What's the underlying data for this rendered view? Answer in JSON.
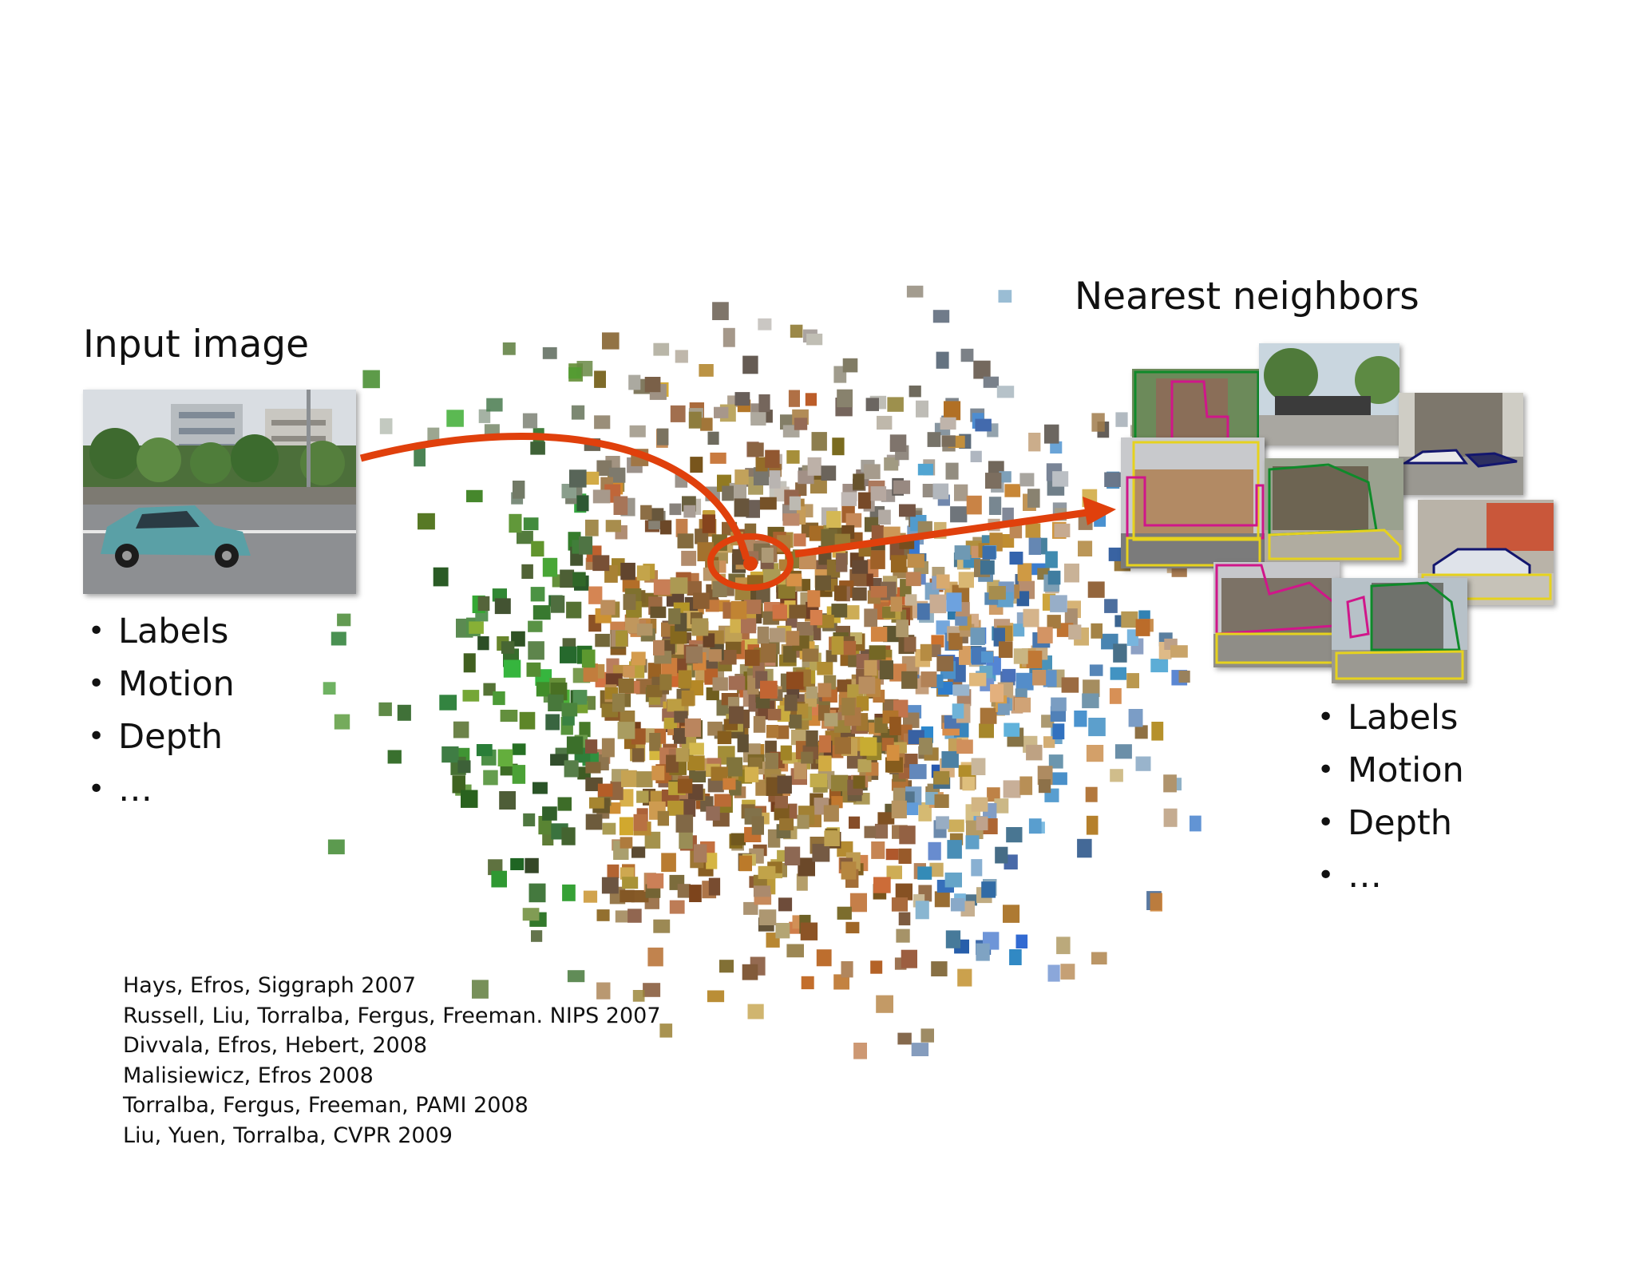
{
  "slide": {
    "input_heading": "Input image",
    "neighbors_heading": "Nearest neighbors",
    "input_bullets": [
      "Labels",
      "Motion",
      "Depth",
      "…"
    ],
    "neighbor_bullets": [
      "Labels",
      "Motion",
      "Depth",
      "…"
    ],
    "references": [
      "Hays, Efros, Siggraph 2007",
      "Russell, Liu, Torralba, Fergus, Freeman. NIPS 2007",
      "Divvala, Efros, Hebert, 2008",
      "Malisiewicz, Efros 2008",
      "Torralba, Fergus, Freeman, PAMI 2008",
      "Liu, Yuen, Torralba, CVPR 2009"
    ]
  },
  "colors": {
    "arrow": "#e0400c",
    "label_yellow": "#e6d21e",
    "label_magenta": "#d0168a",
    "label_green": "#0f8a2a",
    "label_navy": "#13166e"
  },
  "icons": {
    "input_photo": "street-scene-with-car",
    "cluster": "image-thumbnail-cloud",
    "arrow": "curved-arrow-icon"
  }
}
